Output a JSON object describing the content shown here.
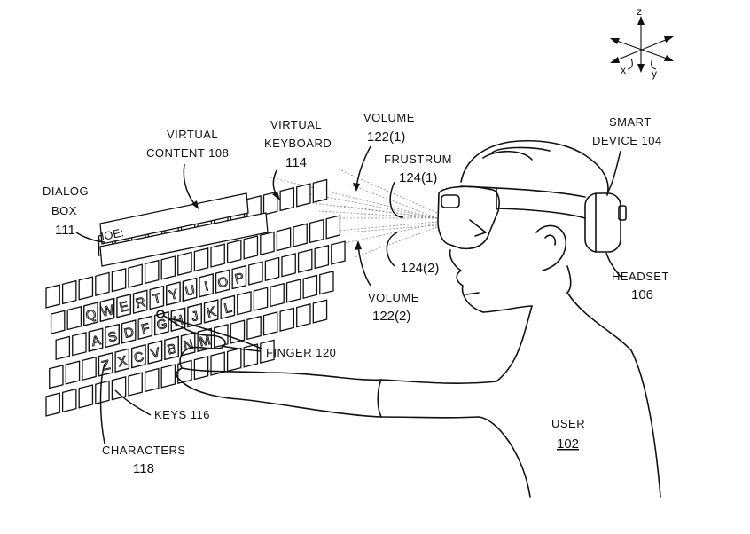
{
  "labels": {
    "dialog_box": [
      "DIALOG",
      "BOX",
      "111"
    ],
    "virtual_content": [
      "VIRTUAL",
      "CONTENT 108"
    ],
    "virtual_keyboard": [
      "VIRTUAL",
      "KEYBOARD",
      "114"
    ],
    "volume_1": [
      "VOLUME",
      "122(1)"
    ],
    "frustrum": [
      "FRUSTRUM",
      "124(1)"
    ],
    "frustrum_2": "124(2)",
    "volume_2": [
      "VOLUME",
      "122(2)"
    ],
    "smart_device": [
      "SMART",
      "DEVICE 104"
    ],
    "headset": [
      "HEADSET",
      "106"
    ],
    "finger": "FINGER 120",
    "keys": "KEYS 116",
    "characters": [
      "CHARACTERS",
      "118"
    ],
    "user": "USER",
    "user_number": "102"
  },
  "dialog_text": "JOE:",
  "keyboard": {
    "row1": [
      "Q",
      "W",
      "E",
      "R",
      "T",
      "Y",
      "U",
      "I",
      "O",
      "P"
    ],
    "row2": [
      "A",
      "S",
      "D",
      "F",
      "G",
      "H",
      "J",
      "K",
      "L"
    ],
    "row3": [
      "Z",
      "X",
      "C",
      "V",
      "B",
      "N",
      "M"
    ]
  },
  "axes": {
    "z": "z",
    "x": "x",
    "y": "y"
  }
}
